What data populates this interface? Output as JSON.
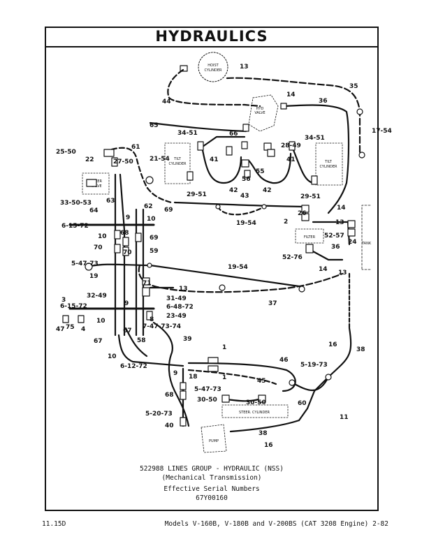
{
  "title": "HYDRAULICS",
  "component_labels": {
    "hoist_cylinder": [
      "HOIST",
      "CYLINDER"
    ],
    "hyd_valve": [
      "HYD",
      "VALVE"
    ],
    "tilt_cylinder_left": [
      "TILT",
      "CYLINDER"
    ],
    "tilt_cylinder_right": [
      "TILT",
      "CYLINDER"
    ],
    "steer_valve": [
      "STEER",
      "VALVE"
    ],
    "filter": "FILTER",
    "tank": "TANK",
    "steer_cylinder": "STEER. CYLINDER",
    "pump": "PUMP"
  },
  "callouts": [
    "13",
    "44",
    "14",
    "36",
    "35",
    "65",
    "66",
    "17-54",
    "34-51",
    "34-51",
    "28-49",
    "25-50",
    "22",
    "61",
    "27-50",
    "21-54",
    "41",
    "41",
    "55",
    "56",
    "42",
    "42",
    "29-51",
    "29-51",
    "33-50-53",
    "63",
    "69",
    "43",
    "64",
    "14",
    "62",
    "9",
    "10",
    "6-15-72",
    "19-54",
    "2",
    "26",
    "13",
    "68",
    "69",
    "10",
    "52-57",
    "24",
    "70",
    "70",
    "59",
    "36",
    "52-76",
    "5-47-73",
    "14",
    "13",
    "19",
    "19-54",
    "32-49",
    "71",
    "13",
    "31-49",
    "37",
    "3",
    "6-15-72",
    "9",
    "6-48-72",
    "10",
    "8",
    "23-49",
    "47",
    "75",
    "4",
    "7-47-73-74",
    "67",
    "58",
    "39",
    "67",
    "16",
    "38",
    "10",
    "1",
    "6-12-72",
    "46",
    "5-19-73",
    "9",
    "18",
    "1",
    "45",
    "5-47-73",
    "68",
    "30-50",
    "30-50",
    "60",
    "11",
    "5-20-73",
    "40",
    "38",
    "16"
  ],
  "caption": {
    "line1": "522988 LINES GROUP - HYDRAULIC (NSS)",
    "line2": "(Mechanical Transmission)",
    "line3": "Effective Serial Numbers",
    "line4": "67Y00160"
  },
  "footer": {
    "left": "11.15D",
    "right": "Models V-160B, V-180B and V-200BS (CAT 3208 Engine)  2-82"
  }
}
